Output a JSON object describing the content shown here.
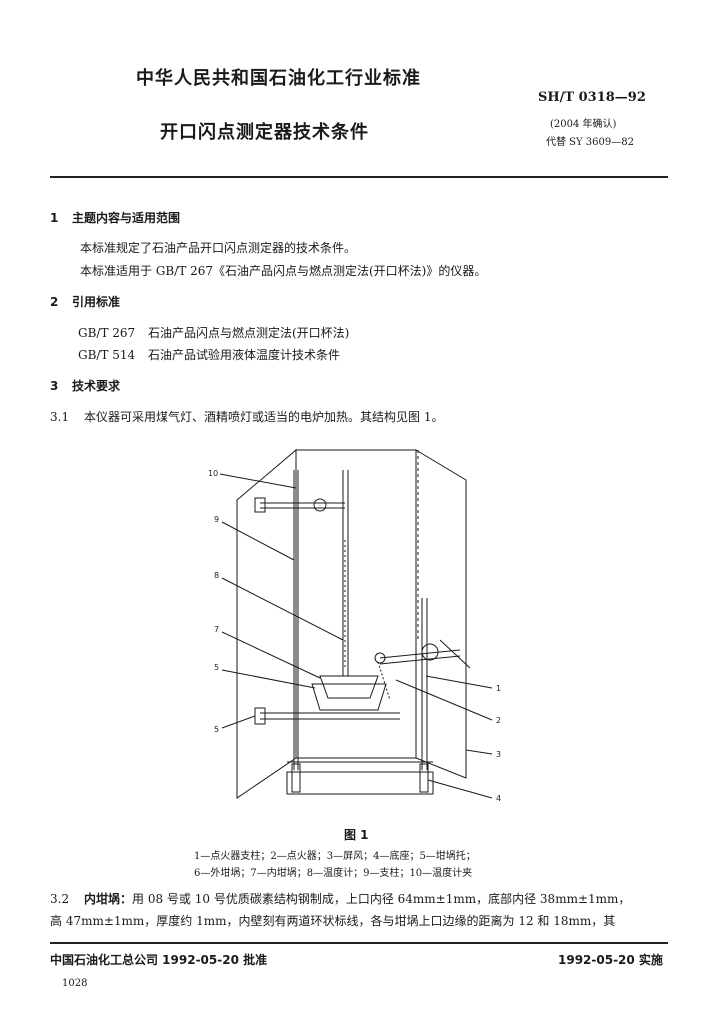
{
  "header": {
    "organization": "中华人民共和国石油化工行业标准",
    "standard_number": "SH/T 0318—92",
    "confirmation": "(2004 年确认)",
    "replaces": "代替 SY 3609—82",
    "title": "开口闪点测定器技术条件"
  },
  "sections": [
    {
      "number": "1",
      "heading": "主题内容与适用范围",
      "paragraphs": [
        "本标准规定了石油产品开口闪点测定器的技术条件。",
        "本标准适用于 GB/T 267《石油产品闪点与燃点测定法(开口杯法)》的仪器。"
      ]
    },
    {
      "number": "2",
      "heading": "引用标准",
      "references": [
        {
          "code": "GB/T 267",
          "text": "石油产品闪点与燃点测定法(开口杯法)"
        },
        {
          "code": "GB/T 514",
          "text": "石油产品试验用液体温度计技术条件"
        }
      ]
    },
    {
      "number": "3",
      "heading": "技术要求"
    }
  ],
  "clause_3_1": {
    "number": "3.1",
    "text": "本仪器可采用煤气灯、酒精喷灯或适当的电炉加热。其结构见图 1。"
  },
  "figure": {
    "callouts_left": [
      "10",
      "9",
      "8",
      "7",
      "5",
      "5"
    ],
    "callouts_right": [
      "1",
      "2",
      "3",
      "4"
    ],
    "caption_title": "图 1",
    "legend_line1": "1—点火器支柱；2—点火器；3—屏风；4—底座；5—坩埚托；",
    "legend_line2": "6—外坩埚；7—内坩埚；8—温度计；9—支柱；10—温度计夹"
  },
  "clause_3_2": {
    "number": "3.2",
    "label": "内坩埚：",
    "line1": "用 08 号或 10 号优质碳素结构钢制成，上口内径 64mm±1mm，底部内径 38mm±1mm，",
    "line2": "高 47mm±1mm，厚度约 1mm，内壁刻有两道环状标线，各与坩埚上口边缘的距离为 12 和 18mm，其"
  },
  "footer": {
    "left": "中国石油化工总公司 1992-05-20 批准",
    "right": "1992-05-20 实施",
    "page_number": "1028"
  }
}
